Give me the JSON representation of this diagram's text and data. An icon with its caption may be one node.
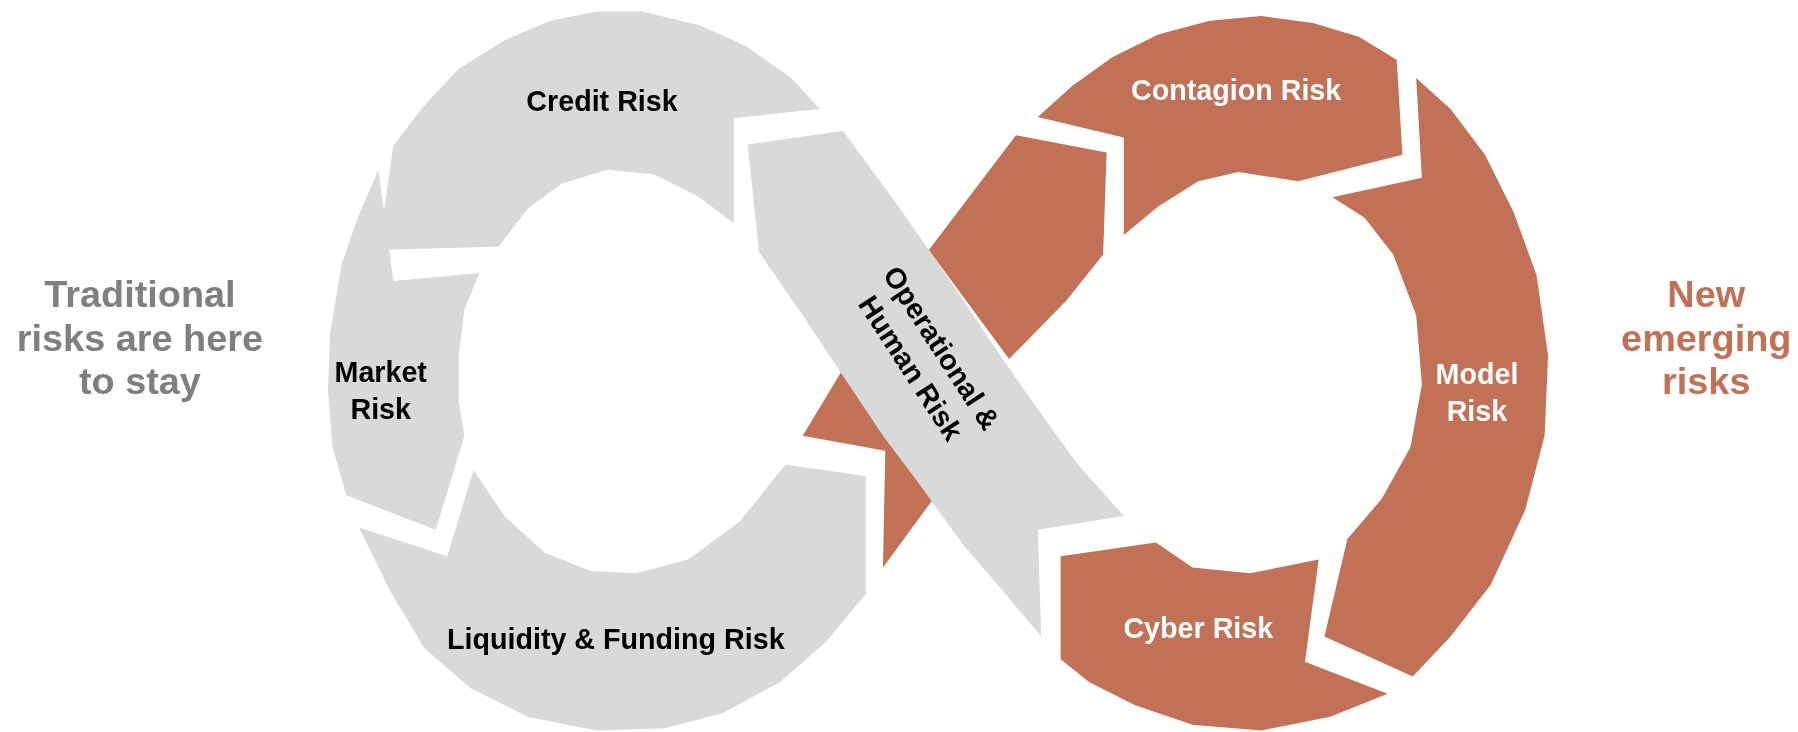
{
  "diagram": {
    "nodes": [
      {
        "text": [
          "Credit Risk"
        ]
      },
      {
        "text": [
          "Market Risk"
        ]
      },
      {
        "text": [
          "Liquidity & Funding Risk"
        ]
      },
      {
        "text": [
          "Operational & Human Risk"
        ]
      },
      {
        "text": [],
        "shape": "band"
      },
      {
        "text": [],
        "shape": "band"
      },
      {
        "text": [
          "Contagion Risk"
        ]
      },
      {
        "text": [
          "Model Risk"
        ]
      },
      {
        "text": [
          "Cyber Risk"
        ]
      }
    ],
    "labels": [
      "Traditional risks are here to stay",
      "New emerging risks"
    ]
  }
}
